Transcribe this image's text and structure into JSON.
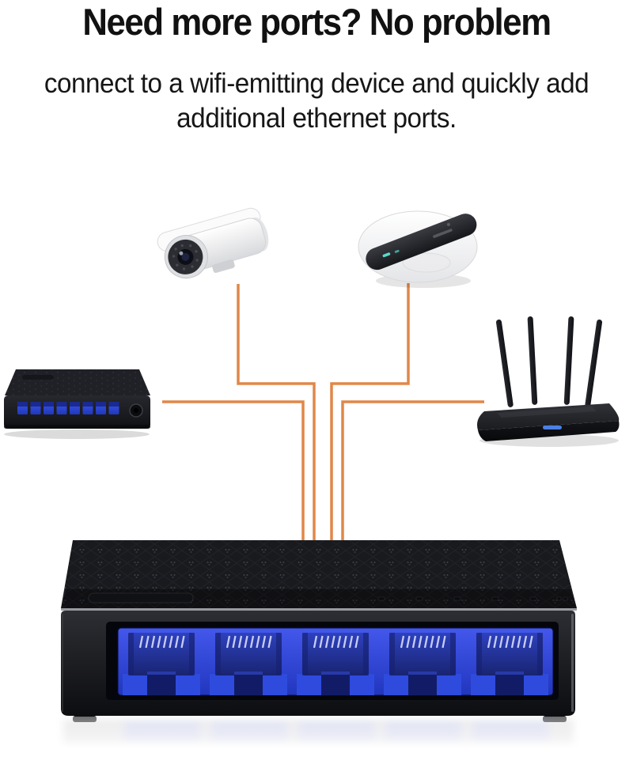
{
  "header": {
    "title": "Need more ports? No problem",
    "subtitle_line1": "connect to a wifi-emitting device and quickly add",
    "subtitle_line2": "additional ethernet ports."
  },
  "colors": {
    "background": "#FFFFFF",
    "text": "#111111",
    "cable_orange": "#E08748",
    "switch_body_black": "#17181C",
    "port_blue": "#2F4CDF",
    "port_blue_dark": "#1A2578",
    "led_teal": "#5AD9C9"
  },
  "devices": {
    "security_camera": "ip-security-camera",
    "access_point": "wifi-access-point",
    "mini_switch": "8-port-mini-switch",
    "mini_switch_port_count": 8,
    "router": "4-antenna-wifi-router",
    "main_switch": "5-port-ethernet-switch",
    "main_switch_port_count": 5
  }
}
